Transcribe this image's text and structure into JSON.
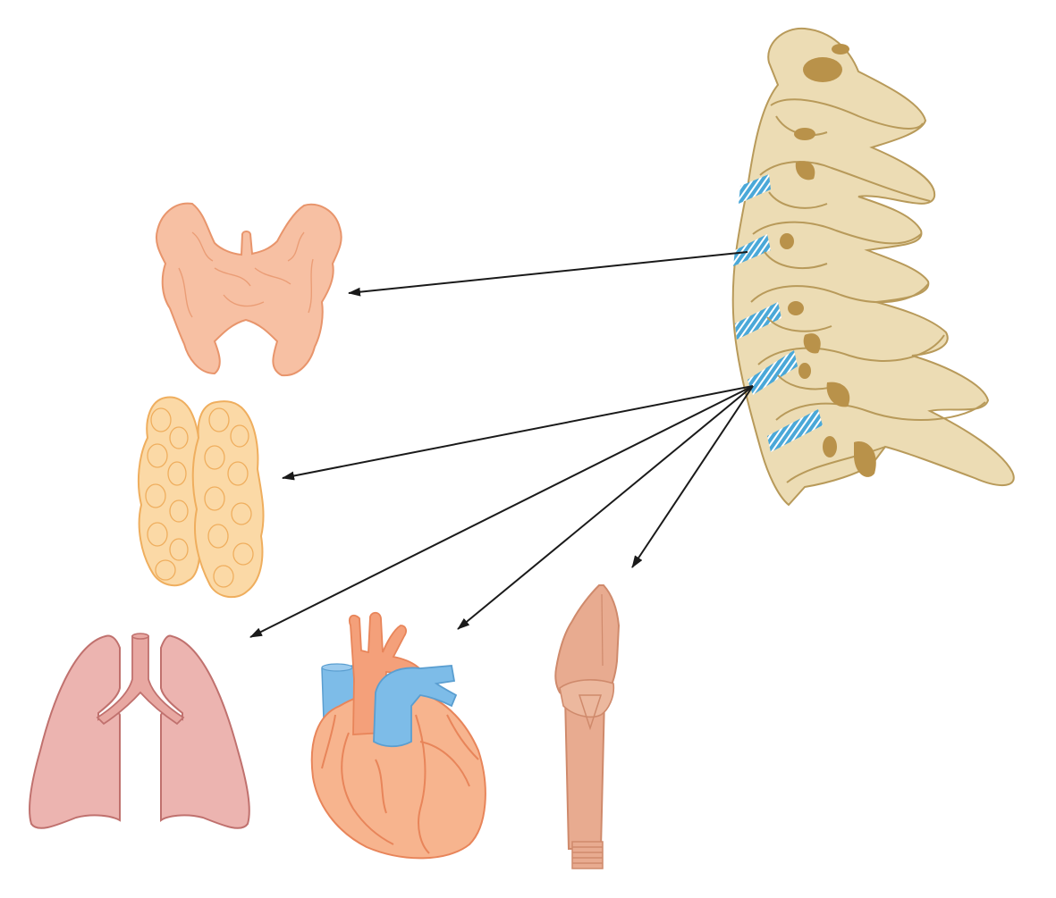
{
  "diagram": {
    "colors": {
      "background": "#ffffff",
      "bone_fill": "#ecdcb4",
      "bone_stroke": "#b89a5a",
      "bone_shadow": "#b9924a",
      "disc_blue": "#4aa8d8",
      "thyroid_fill": "#f7c0a3",
      "thyroid_stroke": "#e8956c",
      "parathyroid_fill": "#fbd9a6",
      "parathyroid_stroke": "#efae5e",
      "lung_fill": "#ecb4b0",
      "lung_stroke": "#c0716e",
      "heart_fill": "#f7b48e",
      "heart_stroke": "#e8855a",
      "heart_artery": "#f09a6c",
      "heart_vein": "#7dbce8",
      "esophagus_fill": "#e8ab90",
      "esophagus_stroke": "#cf8a6c",
      "arrow": "#1a1a1a"
    },
    "structures": [
      {
        "name": "cervical-spine",
        "icon": "spine-icon"
      },
      {
        "name": "thyroid",
        "icon": "thyroid-icon"
      },
      {
        "name": "parathyroid",
        "icon": "parathyroid-icon"
      },
      {
        "name": "lungs",
        "icon": "lungs-icon"
      },
      {
        "name": "heart",
        "icon": "heart-icon"
      },
      {
        "name": "esophagus",
        "icon": "esophagus-icon"
      }
    ]
  }
}
